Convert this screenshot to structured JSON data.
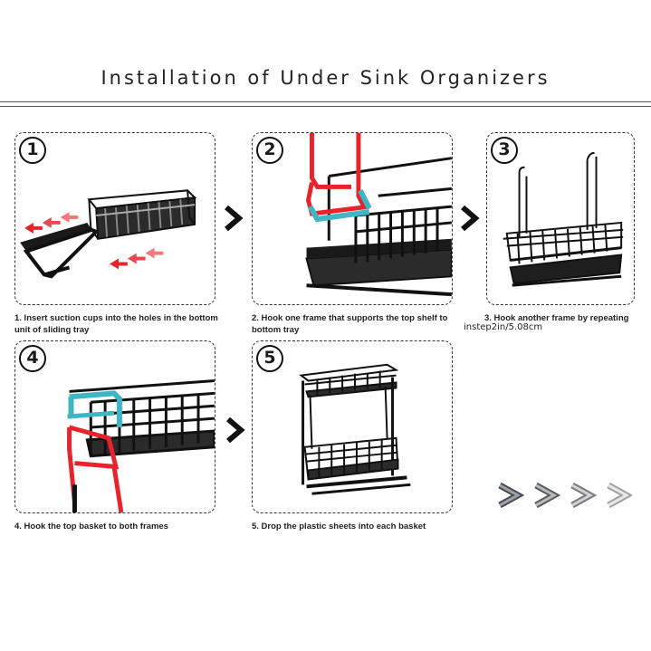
{
  "title": "Installation of Under Sink Organizers",
  "steps": [
    {
      "number": "1",
      "caption": "1. Insert suction cups into the holes in the bottom unit of sliding tray"
    },
    {
      "number": "2",
      "caption": "2. Hook one frame that supports the top shelf to bottom tray"
    },
    {
      "number": "3",
      "caption": "3. Hook another frame by repeating"
    },
    {
      "number": "4",
      "caption": "4. Hook the top basket to both frames"
    },
    {
      "number": "5",
      "caption": "5. Drop the plastic sheets into each basket"
    }
  ],
  "note": "instep2in/5.08cm",
  "colors": {
    "frame_red": "#e8232b",
    "frame_teal": "#3fb6c3",
    "metal_black": "#111111",
    "tray_gray": "#3a3a3a"
  },
  "icons": [
    "step-arrow-icon",
    "direction-arrow-icon",
    "decorative-chevron-icon"
  ]
}
